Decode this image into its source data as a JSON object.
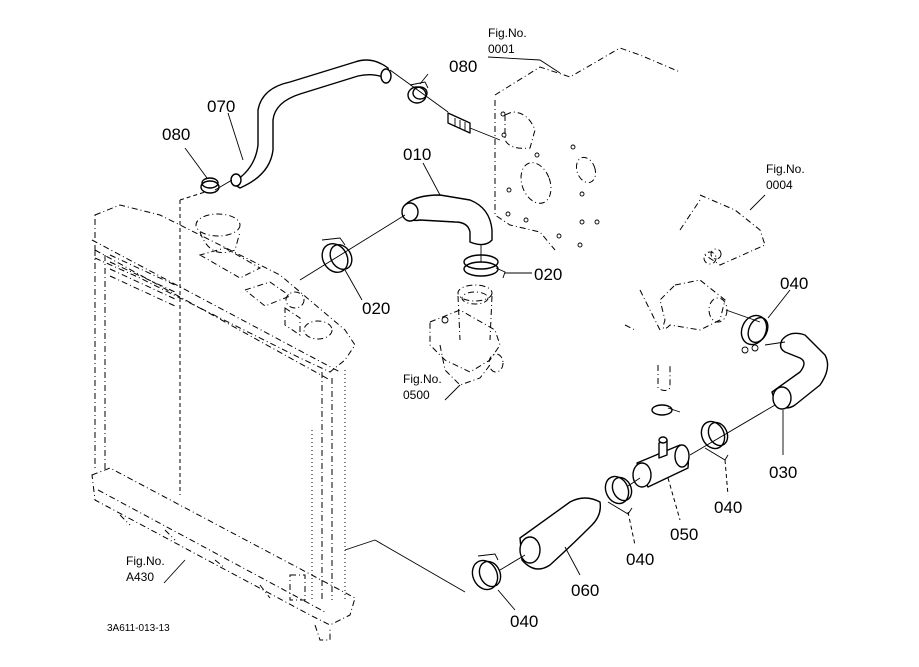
{
  "diagram": {
    "title": "Radiator hose & clamp exploded parts diagram",
    "drawing_code": "3A611-013-13",
    "part_callouts": [
      {
        "id": "callout-010",
        "label": "010",
        "part": "hose (upper, elbow)"
      },
      {
        "id": "callout-020-left",
        "label": "020",
        "part": "hose clamp"
      },
      {
        "id": "callout-020-right",
        "label": "020",
        "part": "hose clamp"
      },
      {
        "id": "callout-030",
        "label": "030",
        "part": "hose (elbow)"
      },
      {
        "id": "callout-040-top",
        "label": "040",
        "part": "hose clamp"
      },
      {
        "id": "callout-040-mid-right",
        "label": "040",
        "part": "hose clamp"
      },
      {
        "id": "callout-040-mid",
        "label": "040",
        "part": "hose clamp"
      },
      {
        "id": "callout-040-bottom",
        "label": "040",
        "part": "hose clamp"
      },
      {
        "id": "callout-050",
        "label": "050",
        "part": "joint pipe (tee)"
      },
      {
        "id": "callout-060",
        "label": "060",
        "part": "hose (lower)"
      },
      {
        "id": "callout-070",
        "label": "070",
        "part": "overflow hose"
      },
      {
        "id": "callout-080-left",
        "label": "080",
        "part": "hose clamp"
      },
      {
        "id": "callout-080-right",
        "label": "080",
        "part": "hose clamp"
      }
    ],
    "figure_refs": [
      {
        "id": "fig-0001",
        "line1": "Fig.No.",
        "line2": "0001",
        "target": "engine block"
      },
      {
        "id": "fig-0004",
        "line1": "Fig.No.",
        "line2": "0004",
        "target": "water pump"
      },
      {
        "id": "fig-0500",
        "line1": "Fig.No.",
        "line2": "0500",
        "target": "thermostat housing"
      },
      {
        "id": "fig-A430",
        "line1": "Fig.No.",
        "line2": "A430",
        "target": "radiator"
      }
    ]
  }
}
